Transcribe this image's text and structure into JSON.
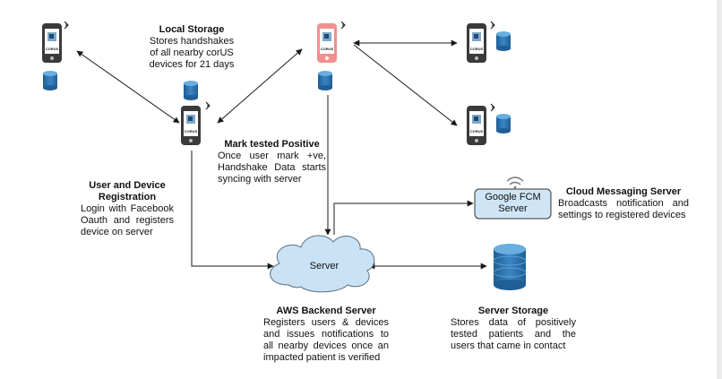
{
  "phone_brand": "CORUS",
  "server_label": "Server",
  "fcm_label_line1": "Google FCM",
  "fcm_label_line2": "Server",
  "local_storage": {
    "heading": "Local Storage",
    "lines": [
      "Stores handshakes",
      "of all nearby corUS",
      "devices for 21 days"
    ]
  },
  "mark_tested": {
    "heading": "Mark tested Positive",
    "lines": [
      "Once user mark +ve,",
      "Handshake Data starts",
      "syncing with server"
    ]
  },
  "user_registration": {
    "heading_line1": "User and Device",
    "heading_line2": "Registration",
    "lines": [
      "Login with Facebook",
      "Oauth and registers",
      "device on server"
    ]
  },
  "cloud_messaging": {
    "heading": "Cloud Messaging Server",
    "lines": [
      "Broadcasts notification and",
      "settings to registered devices"
    ]
  },
  "aws_backend": {
    "heading": "AWS Backend Server",
    "lines": [
      "Registers users & devices",
      "and issues notifications to",
      "all nearby devices once an",
      "impacted patient is verified"
    ]
  },
  "server_storage": {
    "heading": "Server Storage",
    "lines": [
      "Stores data of positively",
      "tested patients and the",
      "users that came in contact"
    ]
  },
  "colors": {
    "phone_body": "#3a3a3a",
    "phone_body_highlight": "#f28f8f",
    "database": "#2b6fa8",
    "fcm_box": "#cfe5f6",
    "cloud": "#c9e2f6",
    "line": "#1a1a1a"
  }
}
